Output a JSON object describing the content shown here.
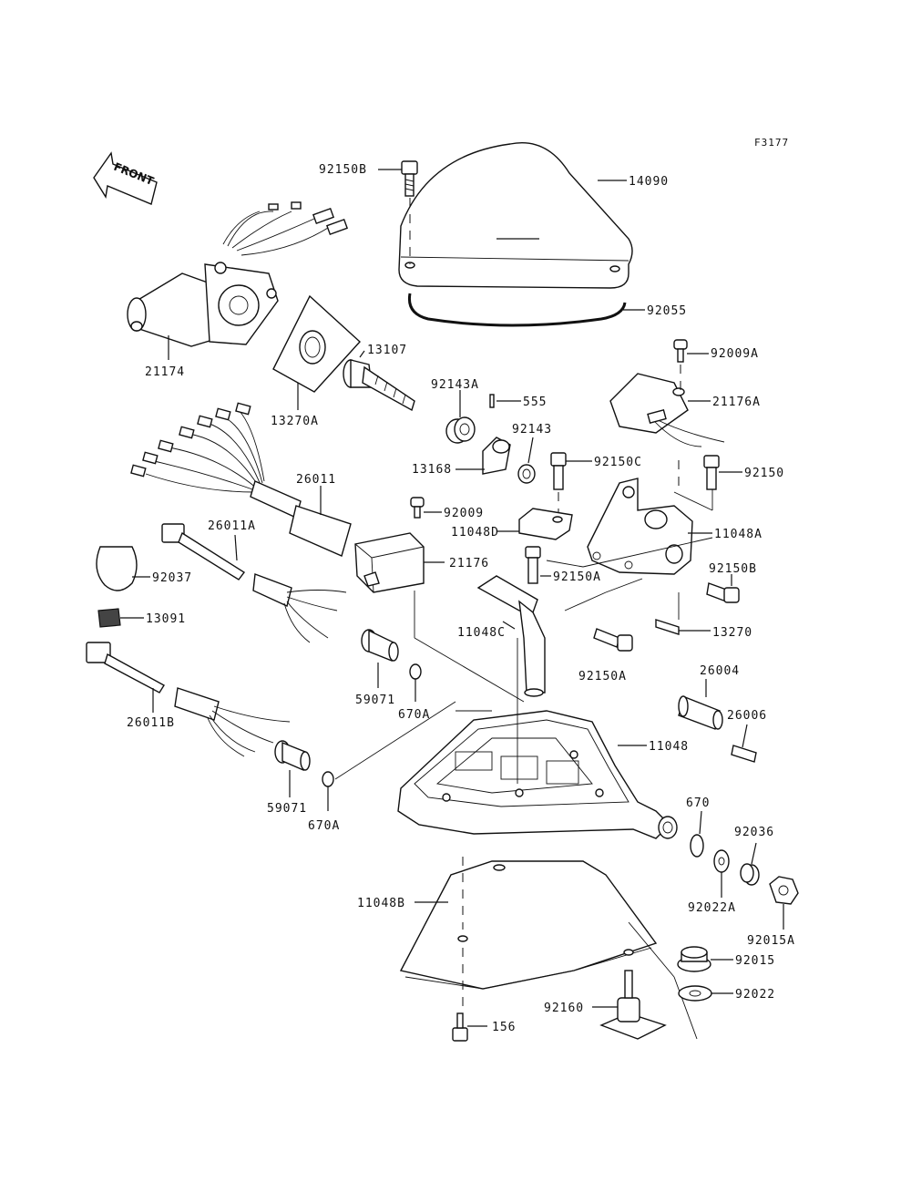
{
  "diagram_code": "F3177",
  "front_label": "FRONT",
  "parts": {
    "p92150B": "92150B",
    "p14090": "14090",
    "p92055": "92055",
    "p21174": "21174",
    "p13107": "13107",
    "p13270A": "13270A",
    "p92143A": "92143A",
    "p555": "555",
    "p92009A": "92009A",
    "p21176A": "21176A",
    "p92143": "92143",
    "p13168": "13168",
    "p92150C": "92150C",
    "p92150": "92150",
    "p26011": "26011",
    "p92009": "92009",
    "p11048D": "11048D",
    "p11048A": "11048A",
    "p26011A": "26011A",
    "p21176": "21176",
    "p92150A_1": "92150A",
    "p92150B_2": "92150B",
    "p92037": "92037",
    "p11048C": "11048C",
    "p13270": "13270",
    "p13091": "13091",
    "p92150A_2": "92150A",
    "p26004": "26004",
    "p59071_1": "59071",
    "p670A_1": "670A",
    "p26006": "26006",
    "p26011B": "26011B",
    "p11048": "11048",
    "p59071_2": "59071",
    "p670A_2": "670A",
    "p670": "670",
    "p92036": "92036",
    "p11048B": "11048B",
    "p92022A": "92022A",
    "p92015A": "92015A",
    "p92015": "92015",
    "p92022": "92022",
    "p92160": "92160",
    "p156": "156"
  }
}
